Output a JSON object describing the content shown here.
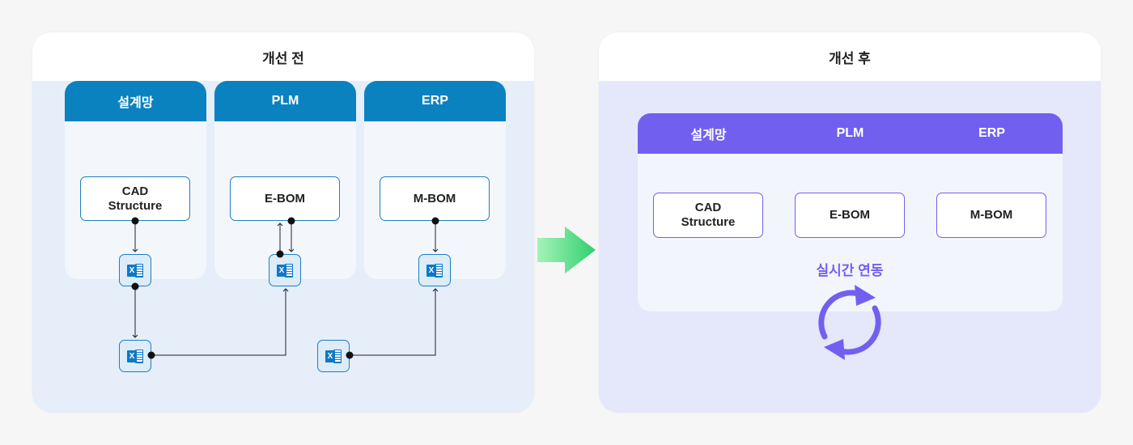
{
  "before": {
    "title": "개선 전",
    "systems": [
      {
        "name": "설계망",
        "box": "CAD\nStructure"
      },
      {
        "name": "PLM",
        "box": "E-BOM"
      },
      {
        "name": "ERP",
        "box": "M-BOM"
      }
    ],
    "file_icon": "excel-file-icon"
  },
  "after": {
    "title": "개선 후",
    "systems": [
      "설계망",
      "PLM",
      "ERP"
    ],
    "boxes": [
      "CAD\nStructure",
      "E-BOM",
      "M-BOM"
    ],
    "sync_label": "실시간 연동",
    "sync_icon": "sync-icon"
  },
  "colors": {
    "before_accent": "#0b82c0",
    "after_accent": "#7160ef",
    "arrow": "#33d17a"
  }
}
